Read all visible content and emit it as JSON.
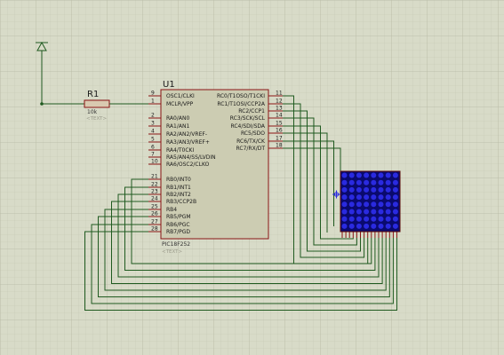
{
  "power": {
    "symbol": "power-terminal"
  },
  "resistor": {
    "ref": "R1",
    "value": "10k",
    "text_placeholder": "<TEXT>"
  },
  "mcu": {
    "ref": "U1",
    "part": "PIC18F252",
    "text_placeholder": "<TEXT>",
    "left_pins": [
      {
        "num": "9",
        "label": "OSC1/CLKI"
      },
      {
        "num": "1",
        "label": "MCLR/VPP"
      },
      {
        "num": "2",
        "label": "RA0/AN0"
      },
      {
        "num": "3",
        "label": "RA1/AN1"
      },
      {
        "num": "4",
        "label": "RA2/AN2/VREF-"
      },
      {
        "num": "5",
        "label": "RA3/AN3/VREF+"
      },
      {
        "num": "6",
        "label": "RA4/T0CKI"
      },
      {
        "num": "7",
        "label": "RA5/AN4/SS/LVDIN"
      },
      {
        "num": "10",
        "label": "RA6/OSC2/CLKO"
      },
      {
        "num": "21",
        "label": "RB0/INT0"
      },
      {
        "num": "22",
        "label": "RB1/INT1"
      },
      {
        "num": "23",
        "label": "RB2/INT2"
      },
      {
        "num": "24",
        "label": "RB3/CCP2B"
      },
      {
        "num": "25",
        "label": "RB4"
      },
      {
        "num": "26",
        "label": "RB5/PGM"
      },
      {
        "num": "27",
        "label": "RB6/PGC"
      },
      {
        "num": "28",
        "label": "RB7/PGD"
      }
    ],
    "right_pins": [
      {
        "num": "11",
        "label": "RC0/T1OSO/T1CKI"
      },
      {
        "num": "12",
        "label": "RC1/T1OSI/CCP2A"
      },
      {
        "num": "13",
        "label": "RC2/CCP1"
      },
      {
        "num": "14",
        "label": "RC3/SCK/SCL"
      },
      {
        "num": "15",
        "label": "RC4/SDI/SDA"
      },
      {
        "num": "16",
        "label": "RC5/SDO"
      },
      {
        "num": "17",
        "label": "RC6/TX/CK"
      },
      {
        "num": "18",
        "label": "RC7/RX/DT"
      }
    ]
  },
  "matrix": {
    "rows": 8,
    "cols": 8,
    "body_color": "#0a0a6e",
    "led_color": "#2a2ae0"
  },
  "colors": {
    "wire": "#1f5a1f",
    "pin": "#8a1414",
    "chip_fill": "#ccccb2",
    "grid": "#c6c9b5"
  }
}
